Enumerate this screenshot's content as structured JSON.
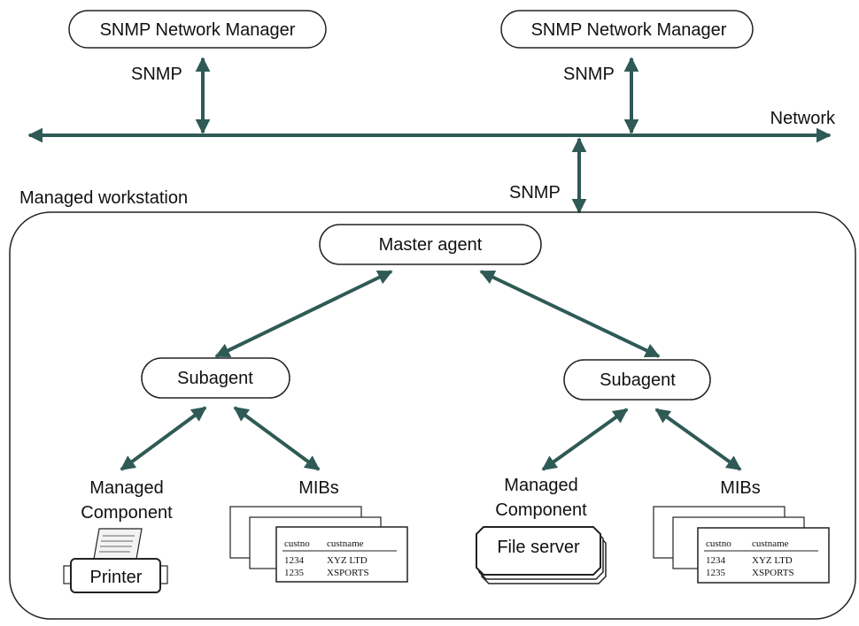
{
  "managers": [
    {
      "label": "SNMP Network Manager",
      "link_label": "SNMP"
    },
    {
      "label": "SNMP Network Manager",
      "link_label": "SNMP"
    }
  ],
  "network_label": "Network",
  "workstation": {
    "title": "Managed workstation",
    "link_label": "SNMP",
    "master_agent": "Master agent",
    "subagents": [
      {
        "label": "Subagent",
        "component_label_1": "Managed",
        "component_label_2": "Component",
        "device_label": "Printer",
        "mibs_label": "MIBs",
        "mib_table": {
          "headers": [
            "custno",
            "custname"
          ],
          "rows": [
            [
              "1234",
              "XYZ LTD"
            ],
            [
              "1235",
              "XSPORTS"
            ]
          ]
        }
      },
      {
        "label": "Subagent",
        "component_label_1": "Managed",
        "component_label_2": "Component",
        "device_label": "File server",
        "mibs_label": "MIBs",
        "mib_table": {
          "headers": [
            "custno",
            "custname"
          ],
          "rows": [
            [
              "1234",
              "XYZ LTD"
            ],
            [
              "1235",
              "XSPORTS"
            ]
          ]
        }
      }
    ]
  },
  "colors": {
    "arrow": "#2f5a55",
    "stroke": "#222222",
    "text": "#111111"
  }
}
